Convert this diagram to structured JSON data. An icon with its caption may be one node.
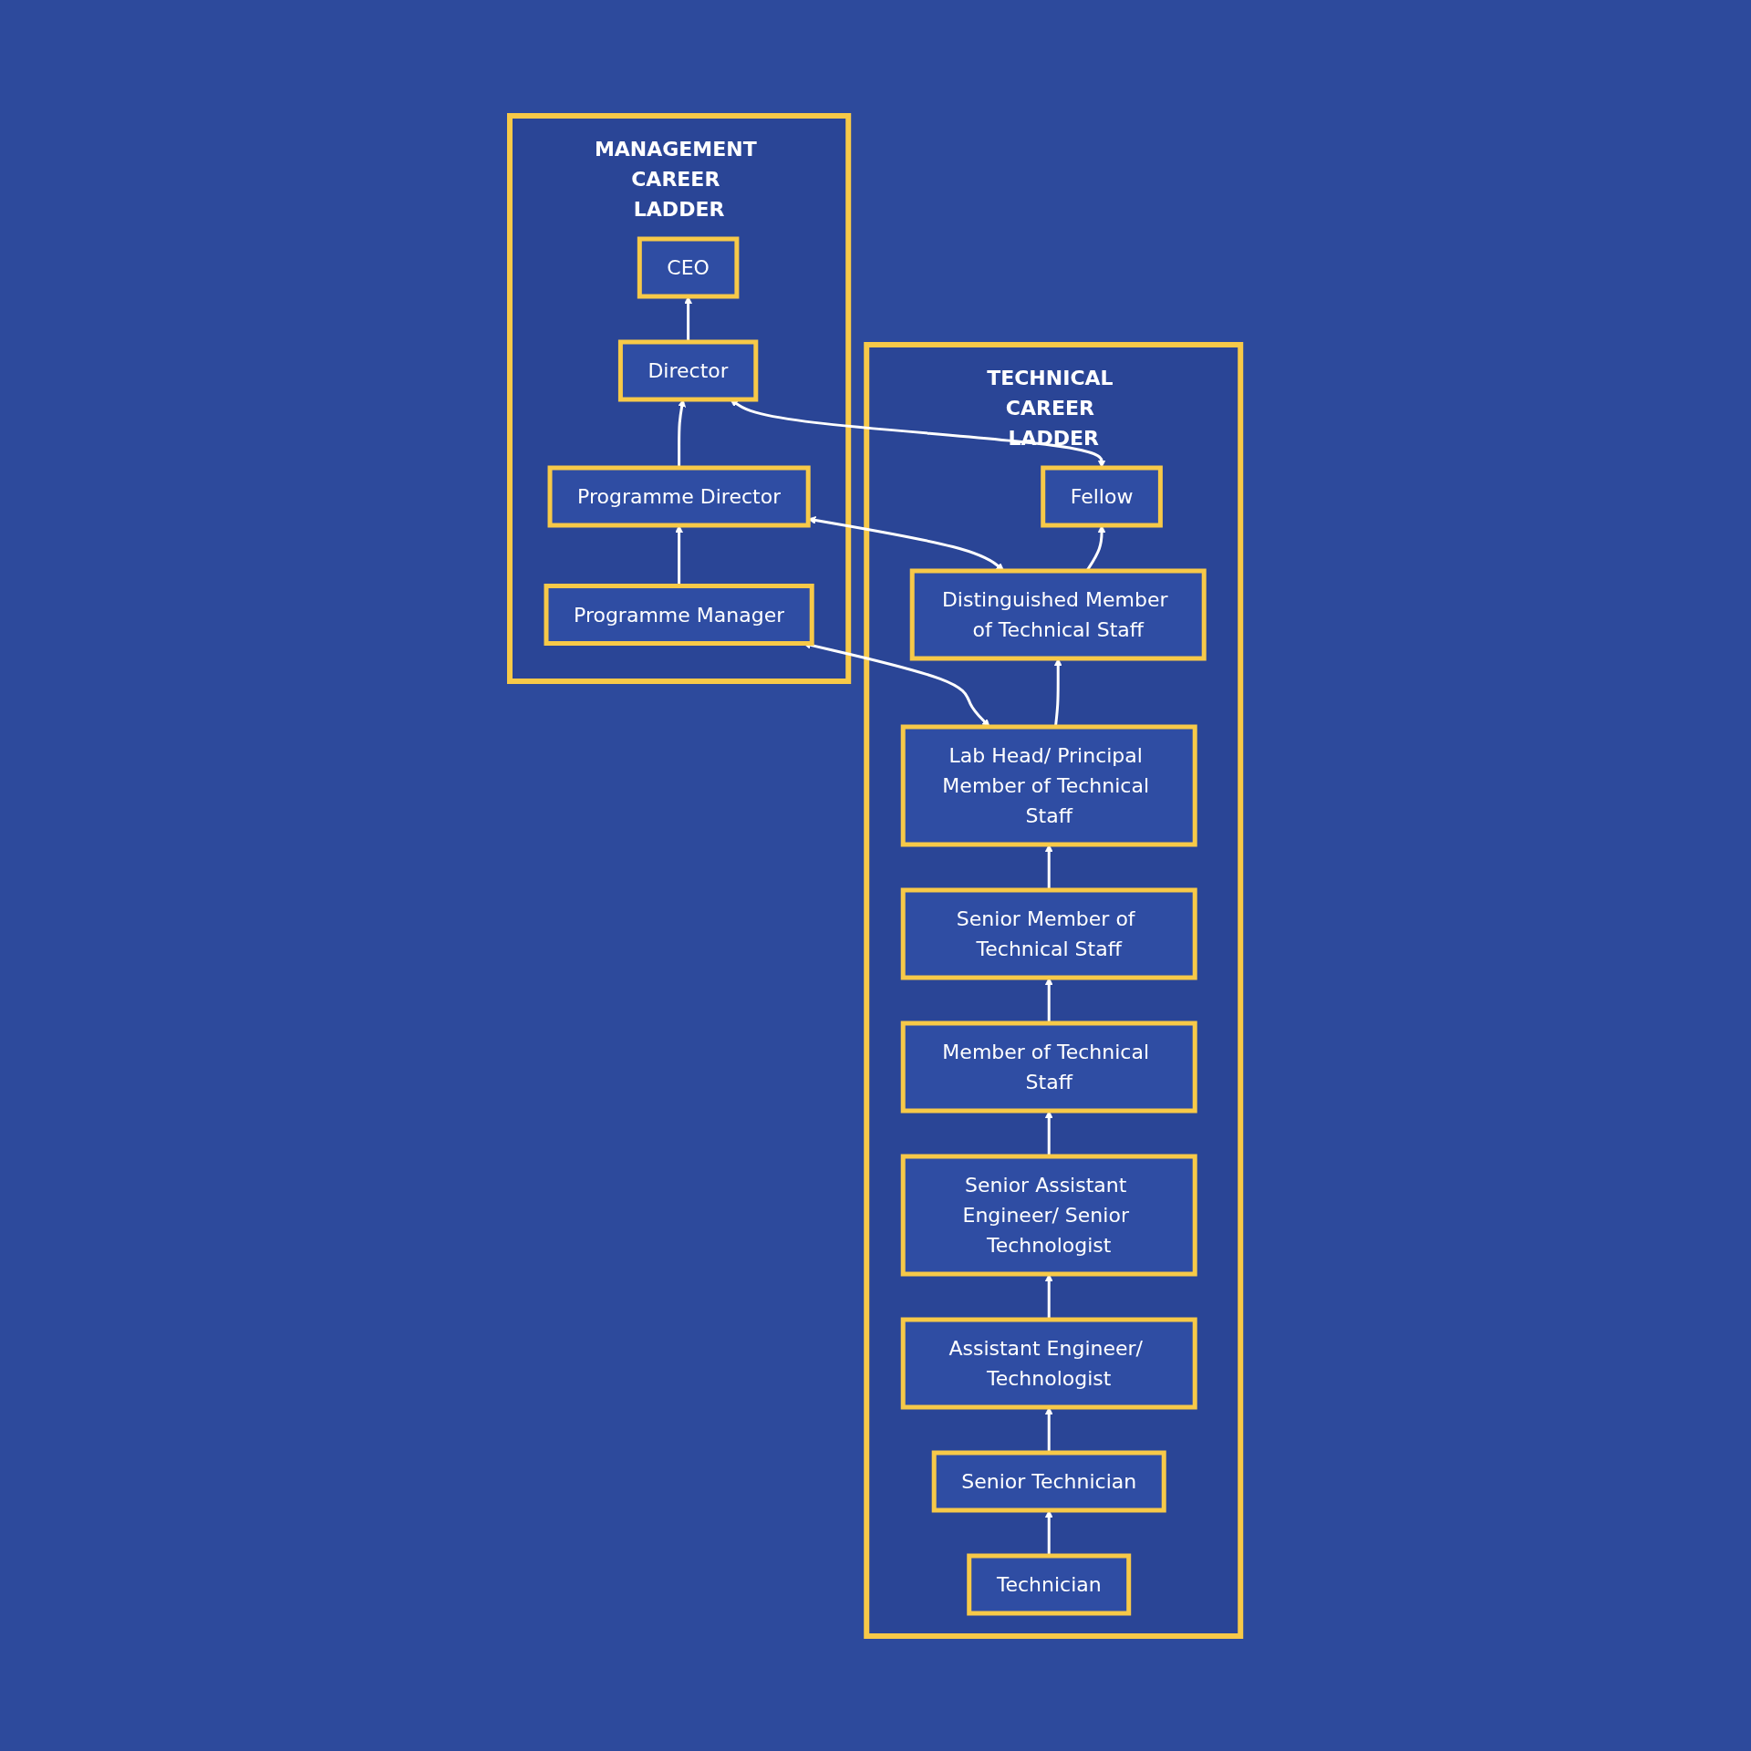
{
  "diagram": {
    "nodes": [
      {
        "text": [
          "TECHNICAL CAREER LADDER"
        ]
      },
      {
        "text": [
          "Fellow"
        ],
        "in": 0
      },
      {
        "text": [
          "Distinguished Member of Technical Staff"
        ],
        "in": 0
      },
      {
        "text": [
          "Lab Head/ Principal Member of Technical Staff"
        ],
        "in": 0
      },
      {
        "text": [
          "Senior Member of Technical Staff"
        ],
        "in": 0
      },
      {
        "text": [
          "Member of Technical Staff"
        ],
        "in": 0
      },
      {
        "text": [
          "Senior Assistant Engineer/ Senior Technologist"
        ],
        "in": 0
      },
      {
        "text": [
          "Assistant Engineer/ Technologist"
        ],
        "in": 0
      },
      {
        "text": [
          "Senior Technician"
        ],
        "in": 0
      },
      {
        "text": [
          "Technician"
        ],
        "in": 0
      },
      {
        "text": [
          "MANAGEMENT CAREER LADDER"
        ]
      },
      {
        "text": [
          "CEO"
        ],
        "in": 10
      },
      {
        "text": [
          "Director"
        ],
        "in": 10
      },
      {
        "text": [
          "Programme Director"
        ],
        "in": 10
      },
      {
        "text": [
          "Programme Manager"
        ],
        "in": 10
      }
    ],
    "edges": [
      {
        "from": 9,
        "to": 8,
        "arrow": "to"
      },
      {
        "from": 8,
        "to": 7,
        "arrow": "to"
      },
      {
        "from": 7,
        "to": 6,
        "arrow": "to"
      },
      {
        "from": 6,
        "to": 5,
        "arrow": "to"
      },
      {
        "from": 5,
        "to": 4,
        "arrow": "to"
      },
      {
        "from": 4,
        "to": 3,
        "arrow": "to"
      },
      {
        "from": 3,
        "to": 2,
        "arrow": "to"
      },
      {
        "from": 2,
        "to": 1,
        "arrow": "to"
      },
      {
        "from": 14,
        "to": 13,
        "arrow": "to"
      },
      {
        "from": 13,
        "to": 12,
        "arrow": "to"
      },
      {
        "from": 12,
        "to": 11,
        "arrow": "to"
      },
      {
        "from": 1,
        "to": 12,
        "arrow": "both"
      },
      {
        "from": 2,
        "to": 13,
        "arrow": "both"
      },
      {
        "from": 3,
        "to": 14,
        "arrow": "both"
      }
    ]
  }
}
